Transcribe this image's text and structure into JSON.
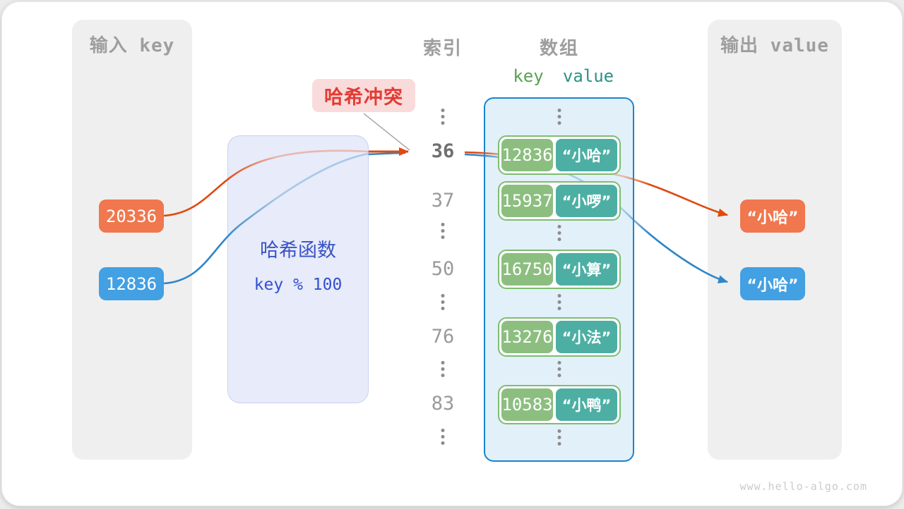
{
  "input_panel": {
    "title": "输入 key",
    "keys": [
      {
        "label": "20336",
        "color": "#f0774e"
      },
      {
        "label": "12836",
        "color": "#42a0e3"
      }
    ]
  },
  "output_panel": {
    "title": "输出 value",
    "values": [
      {
        "label": "“小哈”",
        "color": "#f0774e"
      },
      {
        "label": "“小哈”",
        "color": "#42a0e3"
      }
    ]
  },
  "hash_box": {
    "title": "哈希函数",
    "formula": "key % 100"
  },
  "collision_label": {
    "text": "哈希冲突"
  },
  "headers": {
    "index": "索引",
    "array": "数组",
    "key": "key",
    "value": "value"
  },
  "index_column": {
    "rows": [
      {
        "type": "dots"
      },
      {
        "type": "index",
        "label": "36",
        "highlight": true
      },
      {
        "type": "index",
        "label": "37"
      },
      {
        "type": "dots"
      },
      {
        "type": "index",
        "label": "50"
      },
      {
        "type": "dots"
      },
      {
        "type": "index",
        "label": "76"
      },
      {
        "type": "dots"
      },
      {
        "type": "index",
        "label": "83"
      },
      {
        "type": "dots"
      }
    ]
  },
  "array_column": {
    "rows": [
      {
        "type": "dots"
      },
      {
        "type": "pair",
        "key": "12836",
        "value": "“小哈”"
      },
      {
        "type": "pair",
        "key": "15937",
        "value": "“小啰”"
      },
      {
        "type": "dots"
      },
      {
        "type": "pair",
        "key": "16750",
        "value": "“小算”"
      },
      {
        "type": "dots"
      },
      {
        "type": "pair",
        "key": "13276",
        "value": "“小法”"
      },
      {
        "type": "dots"
      },
      {
        "type": "pair",
        "key": "10583",
        "value": "“小鸭”"
      },
      {
        "type": "dots"
      }
    ]
  },
  "watermark": "www.hello-algo.com",
  "colors": {
    "orange": "#f0774e",
    "blue": "#42a0e3",
    "orange_line": "#e0490f",
    "blue_line": "#2e86c8",
    "key_green": "#8cbe80",
    "value_teal": "#4dafa4",
    "collision_red": "#e23b33",
    "array_border_blue": "#1b84ce",
    "hash_box_fill": "#e8ebf9"
  }
}
